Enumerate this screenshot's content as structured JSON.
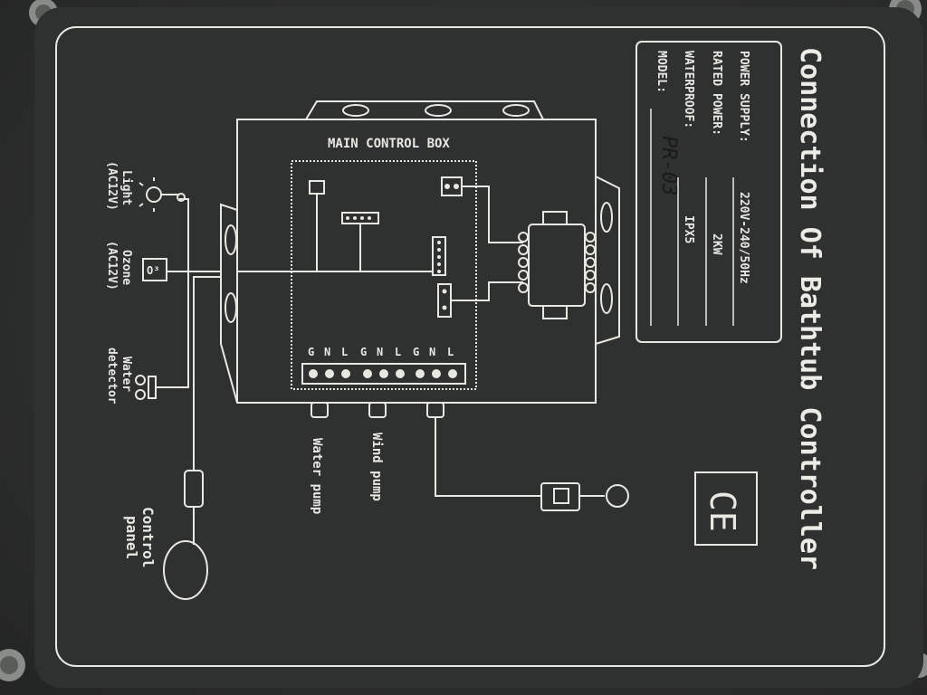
{
  "title": "Connection Of Bathtub Controller",
  "specs": {
    "power_supply_label": "POWER SUPPLY:",
    "power_supply_value": "220V-240/50Hz",
    "rated_power_label": "RATED POWER:",
    "rated_power_value": "2KW",
    "waterproof_label": "WATERPROOF:",
    "waterproof_value": "IPX5",
    "model_label": "MODEL:",
    "model_value": "PR-03"
  },
  "main_box_label": "MAIN CONTROL BOX",
  "terminal_labels": [
    "G",
    "N",
    "L",
    "G",
    "N",
    "L",
    "G",
    "N",
    "L"
  ],
  "peripherals": {
    "light": "Light",
    "light_spec": "(AC12V)",
    "ozone": "Ozone",
    "ozone_spec": "(AC12V)",
    "ozone_symbol": "O³",
    "water_detector_1": "Water",
    "water_detector_2": "detector",
    "control_panel_1": "Control",
    "control_panel_2": "panel",
    "water_pump": "Water pump",
    "wind_pump": "Wind pump"
  },
  "ce_mark": "CE",
  "colors": {
    "plate": "#2f3130",
    "line": "#e8e8e2"
  }
}
